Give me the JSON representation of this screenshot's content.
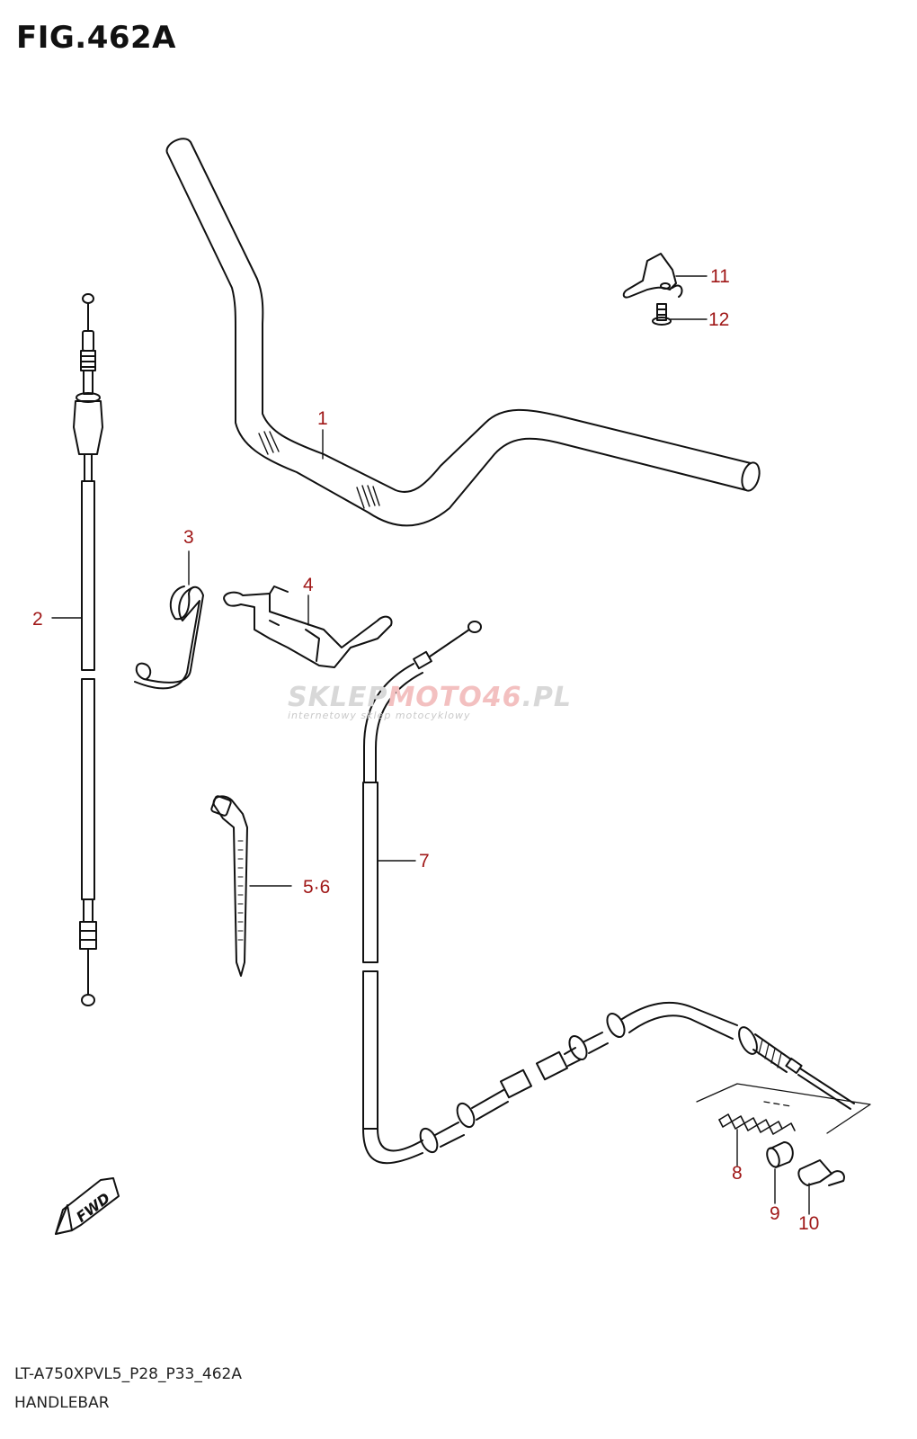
{
  "figure": {
    "title": "FIG.462A",
    "model_code": "LT-A750XPVL5_P28_P33_462A",
    "section_name": "HANDLEBAR"
  },
  "callouts": {
    "c1": "1",
    "c2": "2",
    "c3": "3",
    "c4": "4",
    "c56": "5·6",
    "c7": "7",
    "c8": "8",
    "c9": "9",
    "c10": "10",
    "c11": "11",
    "c12": "12"
  },
  "fwd_label": "FWD",
  "watermark": {
    "brand_a": "SKLEP",
    "brand_b": "MOTO46",
    "brand_c": ".PL",
    "tagline": "internetowy sklep motocyklowy"
  },
  "colors": {
    "callout": "#a01818",
    "line": "#111111",
    "watermark_gray": "#d8d8d8",
    "watermark_red": "#f3c0c0"
  }
}
